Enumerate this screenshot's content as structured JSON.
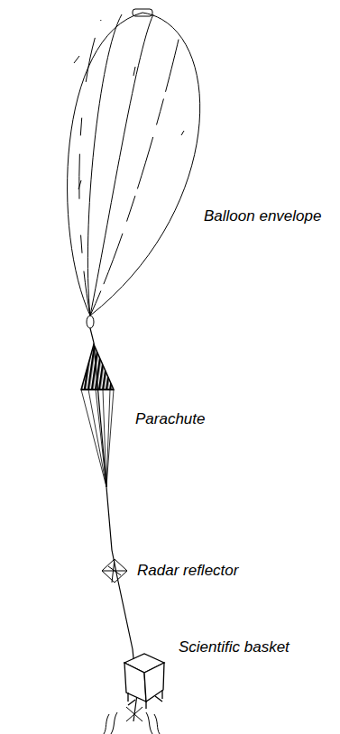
{
  "diagram": {
    "labels": [
      "Balloon envelope",
      "Parachute",
      "Radar reflector",
      "Scientific basket"
    ]
  }
}
